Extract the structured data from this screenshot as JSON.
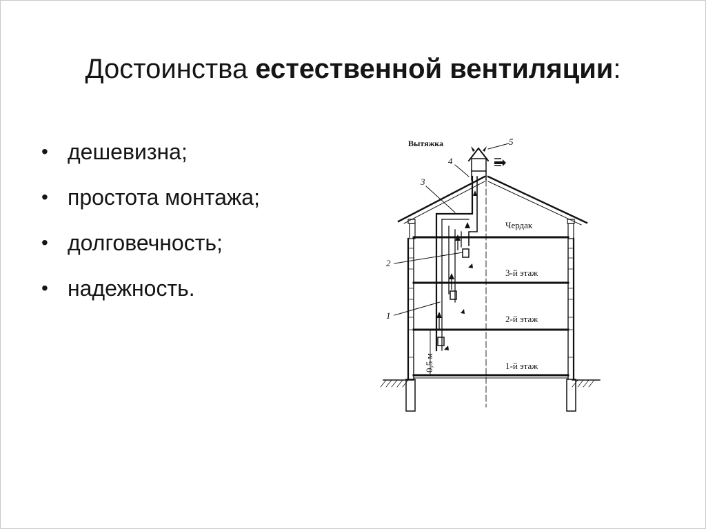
{
  "slide": {
    "title_normal": "Достоинства ",
    "title_bold": "естественной вентиляции",
    "title_colon": ":",
    "bullet_glyph": "•",
    "bullets": [
      "дешевизна;",
      "простота монтажа;",
      "долговечность;",
      "надежность."
    ]
  },
  "diagram": {
    "label_exhaust": "Вытяжка",
    "label_attic": "Чердак",
    "label_floor3": "3-й этаж",
    "label_floor2": "2-й этаж",
    "label_floor1": "1-й этаж",
    "label_height": "0,5 м",
    "callouts": [
      "1",
      "2",
      "3",
      "4",
      "5"
    ]
  }
}
